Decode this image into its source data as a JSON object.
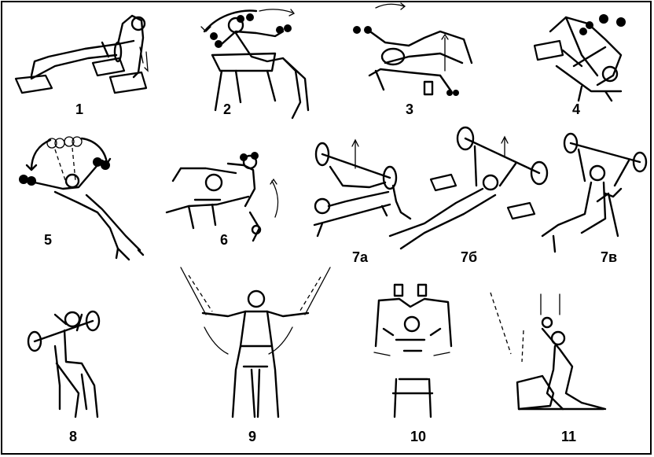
{
  "figures": [
    {
      "id": "1",
      "label": "1"
    },
    {
      "id": "2",
      "label": "2"
    },
    {
      "id": "3",
      "label": "3"
    },
    {
      "id": "4",
      "label": "4"
    },
    {
      "id": "5",
      "label": "5"
    },
    {
      "id": "6",
      "label": "6"
    },
    {
      "id": "7a",
      "label": "7а"
    },
    {
      "id": "7b",
      "label": "7б"
    },
    {
      "id": "7v",
      "label": "7в"
    },
    {
      "id": "8",
      "label": "8"
    },
    {
      "id": "9",
      "label": "9"
    },
    {
      "id": "10",
      "label": "10"
    },
    {
      "id": "11",
      "label": "11"
    }
  ],
  "style": {
    "ink": "#000000",
    "paper": "#ffffff"
  }
}
